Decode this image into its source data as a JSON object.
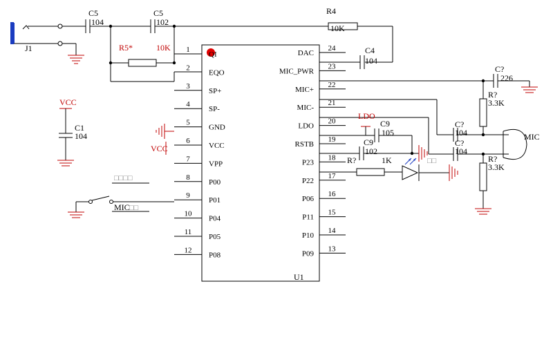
{
  "ic": {
    "ref": "U1",
    "left_pins": [
      {
        "num": "1",
        "name": "QI"
      },
      {
        "num": "2",
        "name": "EQO"
      },
      {
        "num": "3",
        "name": "SP+"
      },
      {
        "num": "4",
        "name": "SP-"
      },
      {
        "num": "5",
        "name": "GND"
      },
      {
        "num": "6",
        "name": "VCC"
      },
      {
        "num": "7",
        "name": "VPP"
      },
      {
        "num": "8",
        "name": "P00"
      },
      {
        "num": "9",
        "name": "P01"
      },
      {
        "num": "10",
        "name": "P04"
      },
      {
        "num": "11",
        "name": "P05"
      },
      {
        "num": "12",
        "name": "P08"
      }
    ],
    "right_pins": [
      {
        "num": "24",
        "name": "DAC"
      },
      {
        "num": "23",
        "name": "MIC_PWR"
      },
      {
        "num": "22",
        "name": "MIC+"
      },
      {
        "num": "21",
        "name": "MIC-"
      },
      {
        "num": "20",
        "name": "LDO"
      },
      {
        "num": "19",
        "name": "RSTB"
      },
      {
        "num": "18",
        "name": "P23"
      },
      {
        "num": "17",
        "name": "P22"
      },
      {
        "num": "16",
        "name": "P06"
      },
      {
        "num": "15",
        "name": "P11"
      },
      {
        "num": "14",
        "name": "P10"
      },
      {
        "num": "13",
        "name": "P09"
      }
    ]
  },
  "labels": {
    "j1": "J1",
    "c5a_ref": "C5",
    "c5a_val": "104",
    "c5b_ref": "C5",
    "c5b_val": "102",
    "r4_ref": "R4",
    "r4_val": "10K",
    "r5_ref": "R5*",
    "r5_val": "10K",
    "c4_ref": "C4",
    "c4_val": "104",
    "c1_ref": "C1",
    "c1_val": "104",
    "vcc_left": "VCC",
    "vcc_pin": "VCC",
    "ldo": "LDO",
    "c9a_ref": "C9",
    "c9a_val": "105",
    "c9b_ref": "C9",
    "c9b_val": "102",
    "rled_ref": "R?",
    "rled_val": "1K",
    "ctop_ref": "C?",
    "ctop_val": "226",
    "rtop_ref": "R?",
    "rtop_val": "3.3K",
    "cm1_ref": "C?",
    "cm1_val": "104",
    "cm2_ref": "C?",
    "cm2_val": "104",
    "rbot_ref": "R?",
    "rbot_val": "3.3K",
    "mic": "MIC",
    "mic_net": "MIC",
    "boxes_top": "□□□□",
    "boxes_mic": "□□",
    "boxes_led": "□□"
  }
}
